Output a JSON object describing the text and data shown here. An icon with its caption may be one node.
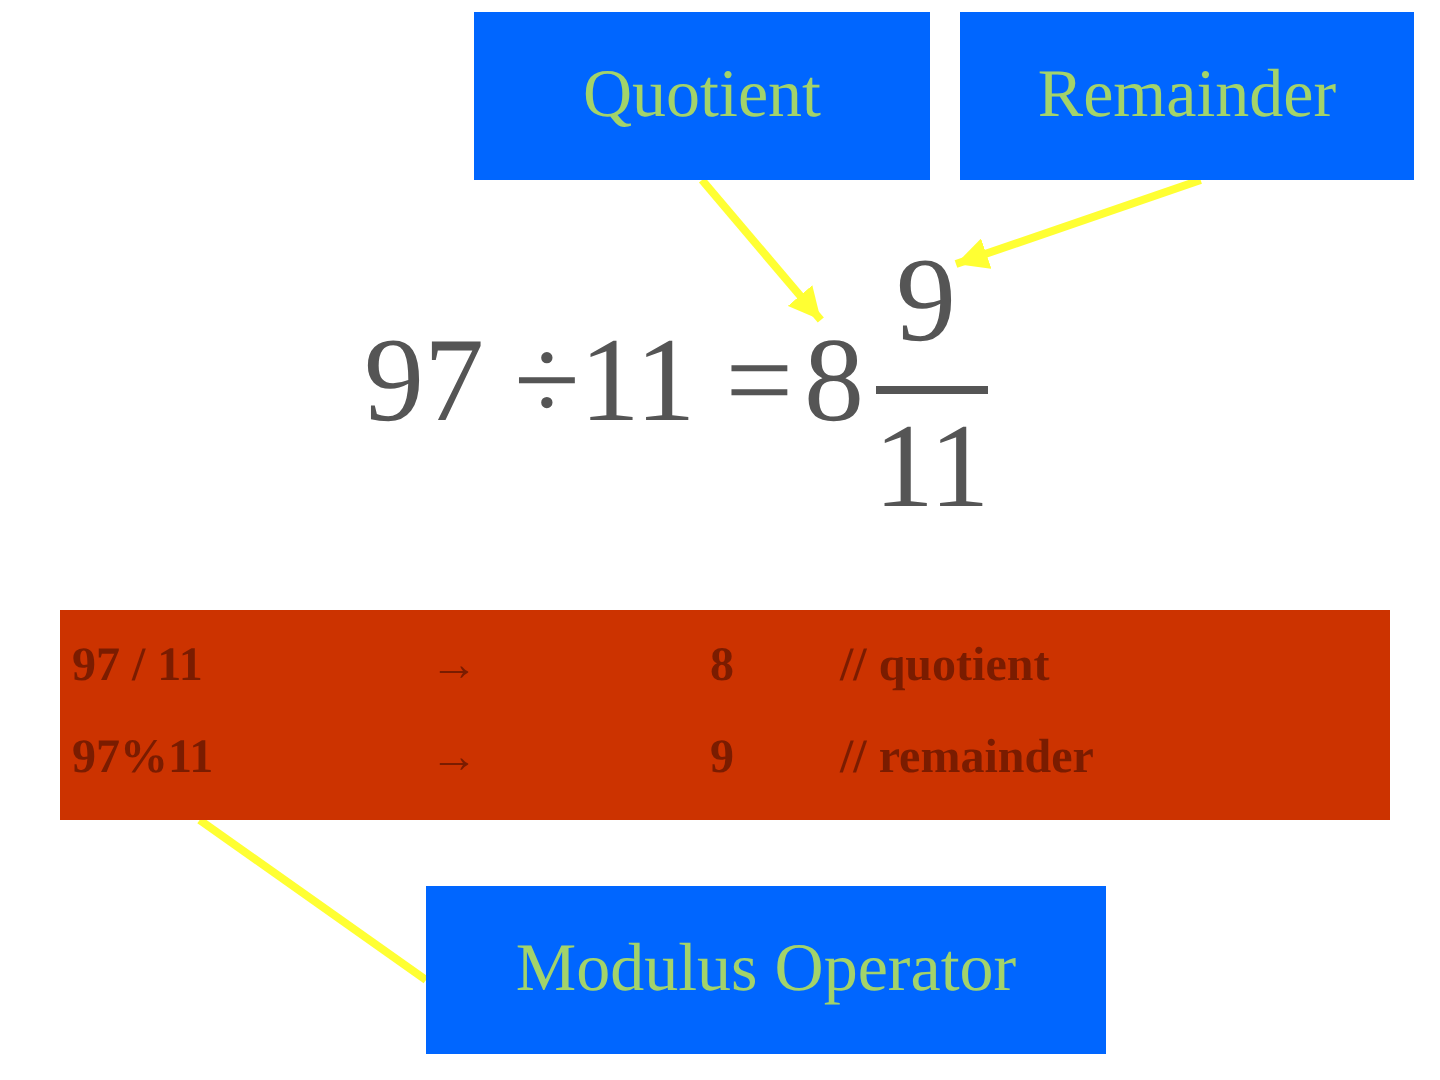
{
  "diagram": {
    "nodes": [
      {
        "text": [
          "Quotient"
        ]
      },
      {
        "text": [
          "Remainder"
        ]
      },
      {
        "text": [
          "8"
        ]
      },
      {
        "text": [
          "9"
        ]
      },
      {
        "text": [
          "97 / 11",
          "→",
          "8",
          "// quotient",
          "97%11",
          "→",
          "9",
          "// remainder"
        ]
      },
      {
        "text": [
          "Modulus Operator"
        ]
      }
    ],
    "edges": [
      {
        "from": 0,
        "to": 2,
        "arrow": "to"
      },
      {
        "from": 1,
        "to": 3,
        "arrow": "to"
      },
      {
        "from": 5,
        "to": 4,
        "arrow": "none"
      }
    ],
    "labels": [
      "97 ÷11 =",
      "11"
    ]
  }
}
